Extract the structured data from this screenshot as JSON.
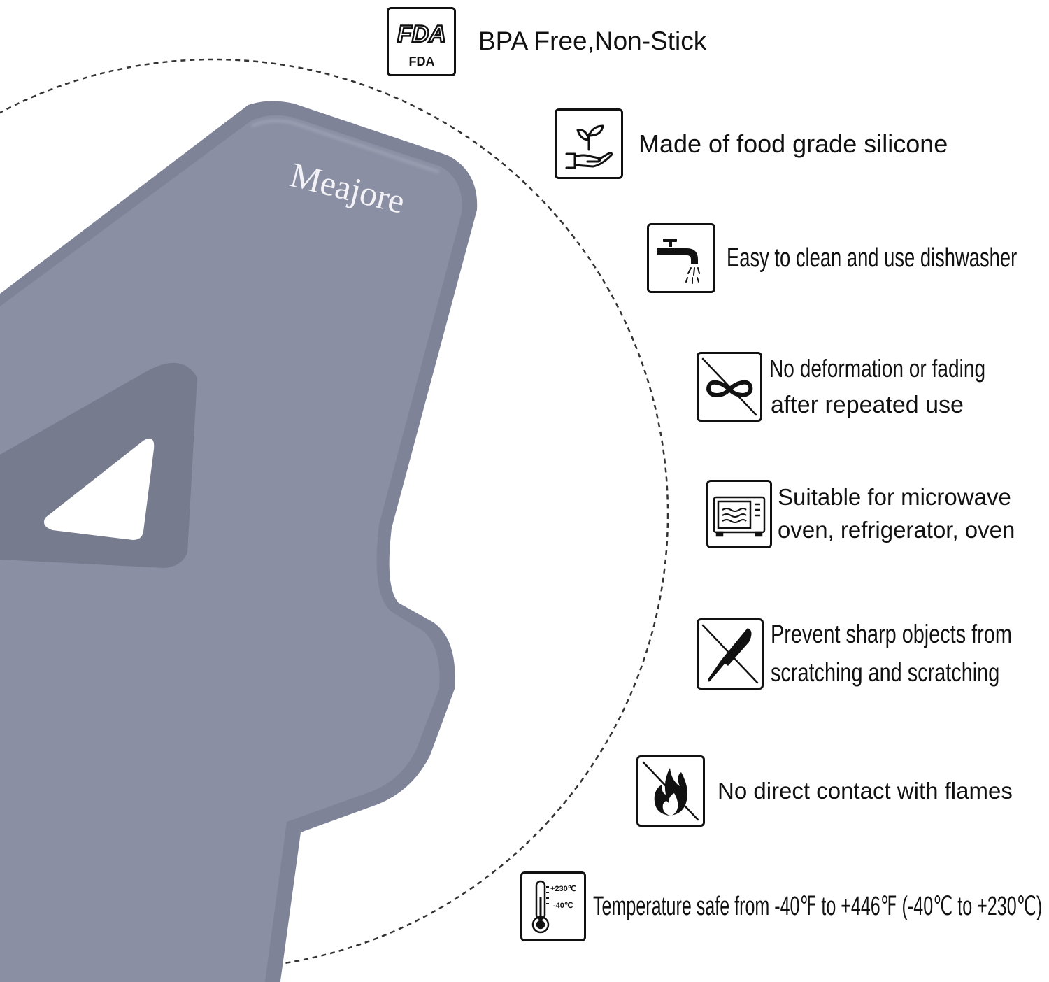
{
  "product": {
    "brand": "Meajore",
    "shape_color": "#8a8fa3",
    "edge_color": "#7b8093",
    "hole_color": "#6f7487"
  },
  "features": [
    {
      "id": "fda",
      "icon": "fda-icon",
      "icon_label_top": "FDA",
      "icon_label_bottom": "FDA",
      "lines": [
        "BPA Free,Non-Stick"
      ]
    },
    {
      "id": "silicone",
      "icon": "plant-in-hand-icon",
      "lines": [
        "Made of food grade silicone"
      ]
    },
    {
      "id": "dishwasher",
      "icon": "faucet-icon",
      "lines": [
        "Easy to clean and use dishwasher"
      ]
    },
    {
      "id": "deformation",
      "icon": "no-deformation-icon",
      "lines": [
        "No deformation or fading",
        "after repeated use"
      ]
    },
    {
      "id": "microwave",
      "icon": "microwave-icon",
      "lines": [
        "Suitable for microwave",
        "oven, refrigerator, oven"
      ]
    },
    {
      "id": "sharp",
      "icon": "no-knife-icon",
      "lines": [
        "Prevent sharp objects from",
        "scratching and scratching"
      ]
    },
    {
      "id": "flame",
      "icon": "no-flame-icon",
      "lines": [
        "No direct contact with flames"
      ]
    },
    {
      "id": "temperature",
      "icon": "thermometer-icon",
      "icon_label_top": "+230℃",
      "icon_label_bottom": "-40℃",
      "lines": [
        "Temperature safe from -40℉ to +446℉ (-40℃ to +230℃)"
      ]
    }
  ]
}
